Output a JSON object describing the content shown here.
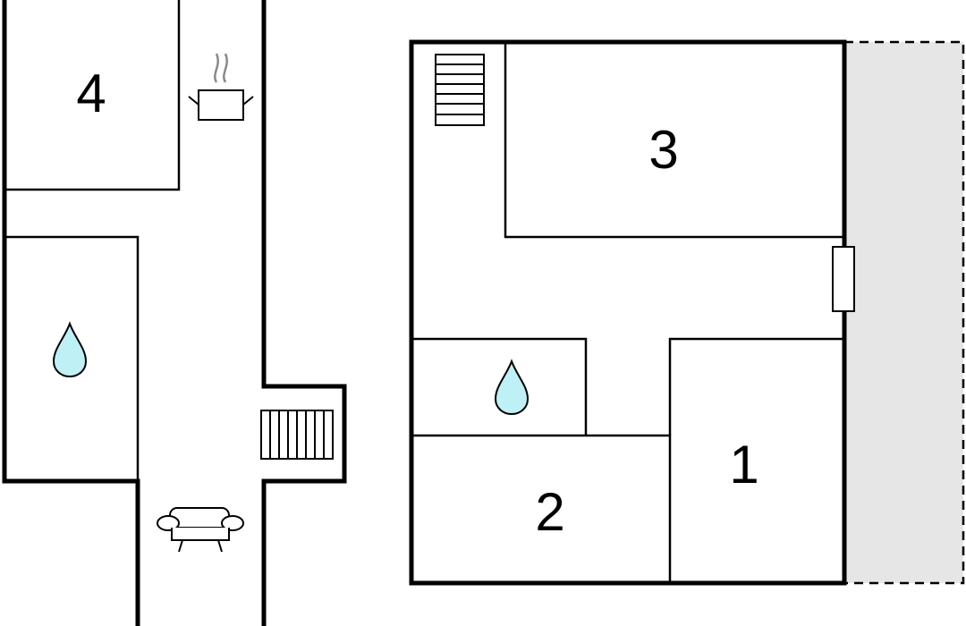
{
  "rooms": {
    "room_1": "1",
    "room_2": "2",
    "room_3": "3",
    "room_4": "4"
  },
  "icons": {
    "water_drop": "water-drop-icon",
    "cooking_pot": "cooking-pot-icon",
    "sofa": "sofa-icon",
    "stairs": "stairs-icon",
    "window": "window-icon"
  },
  "colors": {
    "wall": "#000000",
    "water": "#bdf1f5",
    "terrace": "#e6e6e6",
    "steam": "#8a8a8a"
  }
}
